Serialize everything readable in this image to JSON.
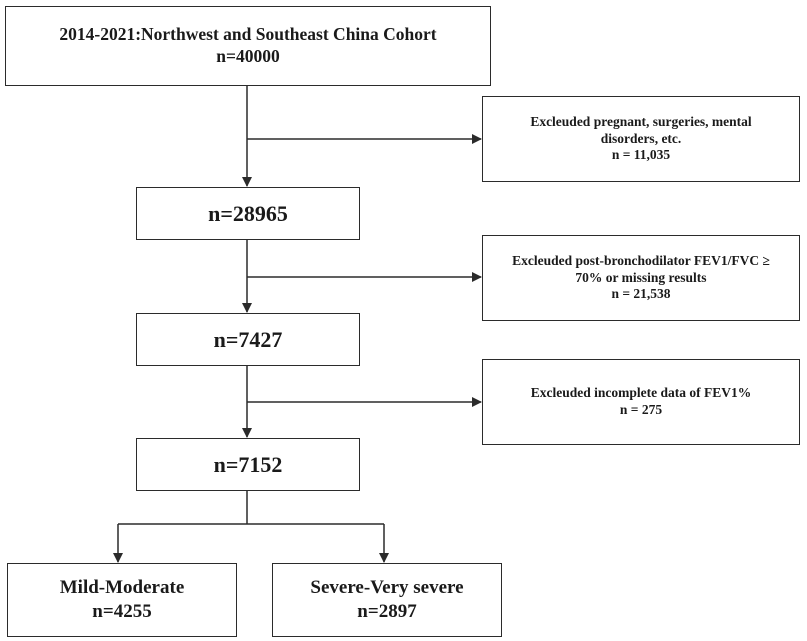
{
  "diagram": {
    "top_box": {
      "line1": "2014-2021:Northwest and Southeast China Cohort",
      "line2": "n=40000"
    },
    "step1": {
      "label": "n=28965"
    },
    "step2": {
      "label": "n=7427"
    },
    "step3": {
      "label": "n=7152"
    },
    "exclusion1": {
      "line1": "Excleuded pregnant, surgeries, mental",
      "line2": "disorders, etc.",
      "line3": "n = 11,035"
    },
    "exclusion2": {
      "line1": "Excleuded post-bronchodilator FEV1/FVC ≥",
      "line2": "70% or missing results",
      "line3": "n = 21,538"
    },
    "exclusion3": {
      "line1": "Excleuded incomplete data of FEV1%",
      "line2": "n = 275"
    },
    "group_left": {
      "line1": "Mild-Moderate",
      "line2": "n=4255"
    },
    "group_right": {
      "line1": "Severe-Very severe",
      "line2": "n=2897"
    },
    "line_color": "#2b2b2b"
  }
}
